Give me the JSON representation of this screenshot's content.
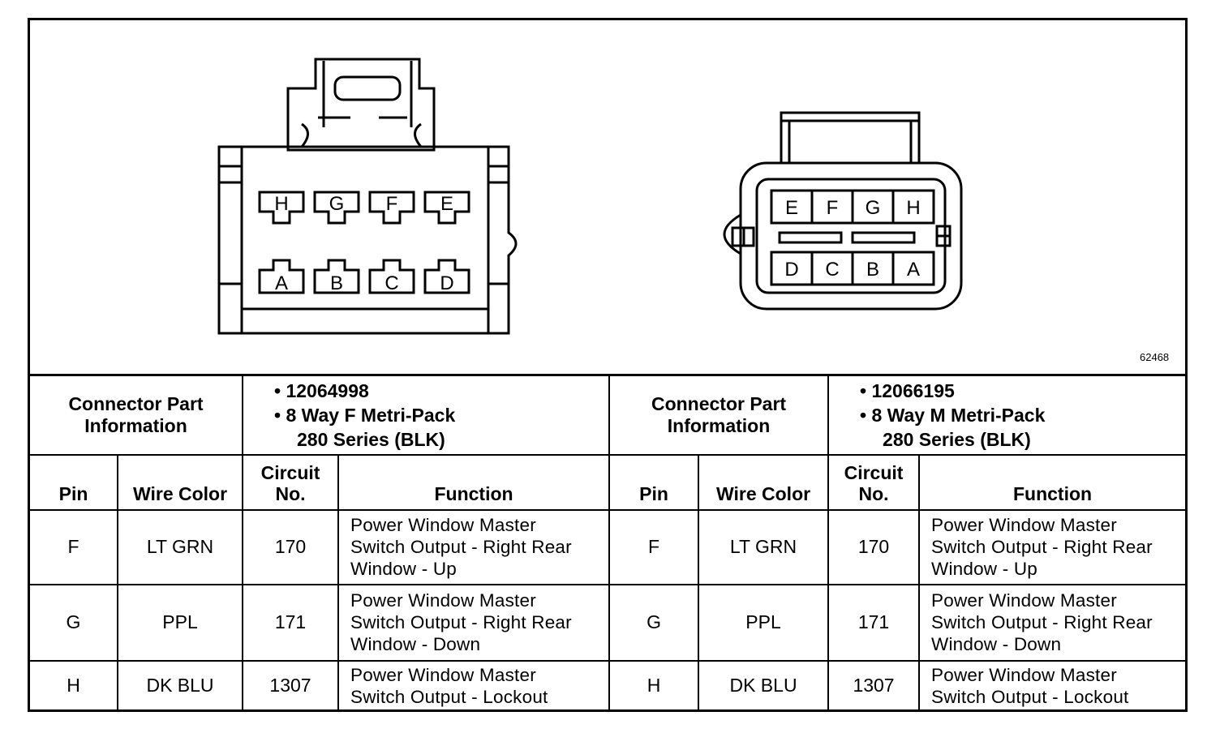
{
  "figure_id": "62468",
  "connector_1": {
    "pins_top": [
      "H",
      "G",
      "F",
      "E"
    ],
    "pins_bottom": [
      "A",
      "B",
      "C",
      "D"
    ]
  },
  "connector_2": {
    "pins_top": [
      "E",
      "F",
      "G",
      "H"
    ],
    "pins_bottom": [
      "D",
      "C",
      "B",
      "A"
    ]
  },
  "table": {
    "left": {
      "label_line1": "Connector Part",
      "label_line2": "Information",
      "part_number": "• 12064998",
      "part_desc_line1": "• 8 Way F Metri-Pack",
      "part_desc_line2": "280 Series (BLK)"
    },
    "right": {
      "label_line1": "Connector Part",
      "label_line2": "Information",
      "part_number": "• 12066195",
      "part_desc_line1": "• 8 Way M Metri-Pack",
      "part_desc_line2": "280 Series (BLK)"
    },
    "headers": {
      "pin": "Pin",
      "wire_color": "Wire Color",
      "circuit_line1": "Circuit",
      "circuit_line2": "No.",
      "function": "Function"
    },
    "rows": [
      {
        "pin": "F",
        "wire": "LT GRN",
        "circuit": "170",
        "f1": "Power Window Master",
        "f2": "Switch Output - Right Rear",
        "f3": "Window - Up"
      },
      {
        "pin": "G",
        "wire": "PPL",
        "circuit": "171",
        "f1": "Power Window Master",
        "f2": "Switch Output - Right Rear",
        "f3": "Window - Down"
      },
      {
        "pin": "H",
        "wire": "DK BLU",
        "circuit": "1307",
        "f1": "Power Window Master",
        "f2": "Switch Output - Lockout",
        "f3": ""
      }
    ]
  }
}
